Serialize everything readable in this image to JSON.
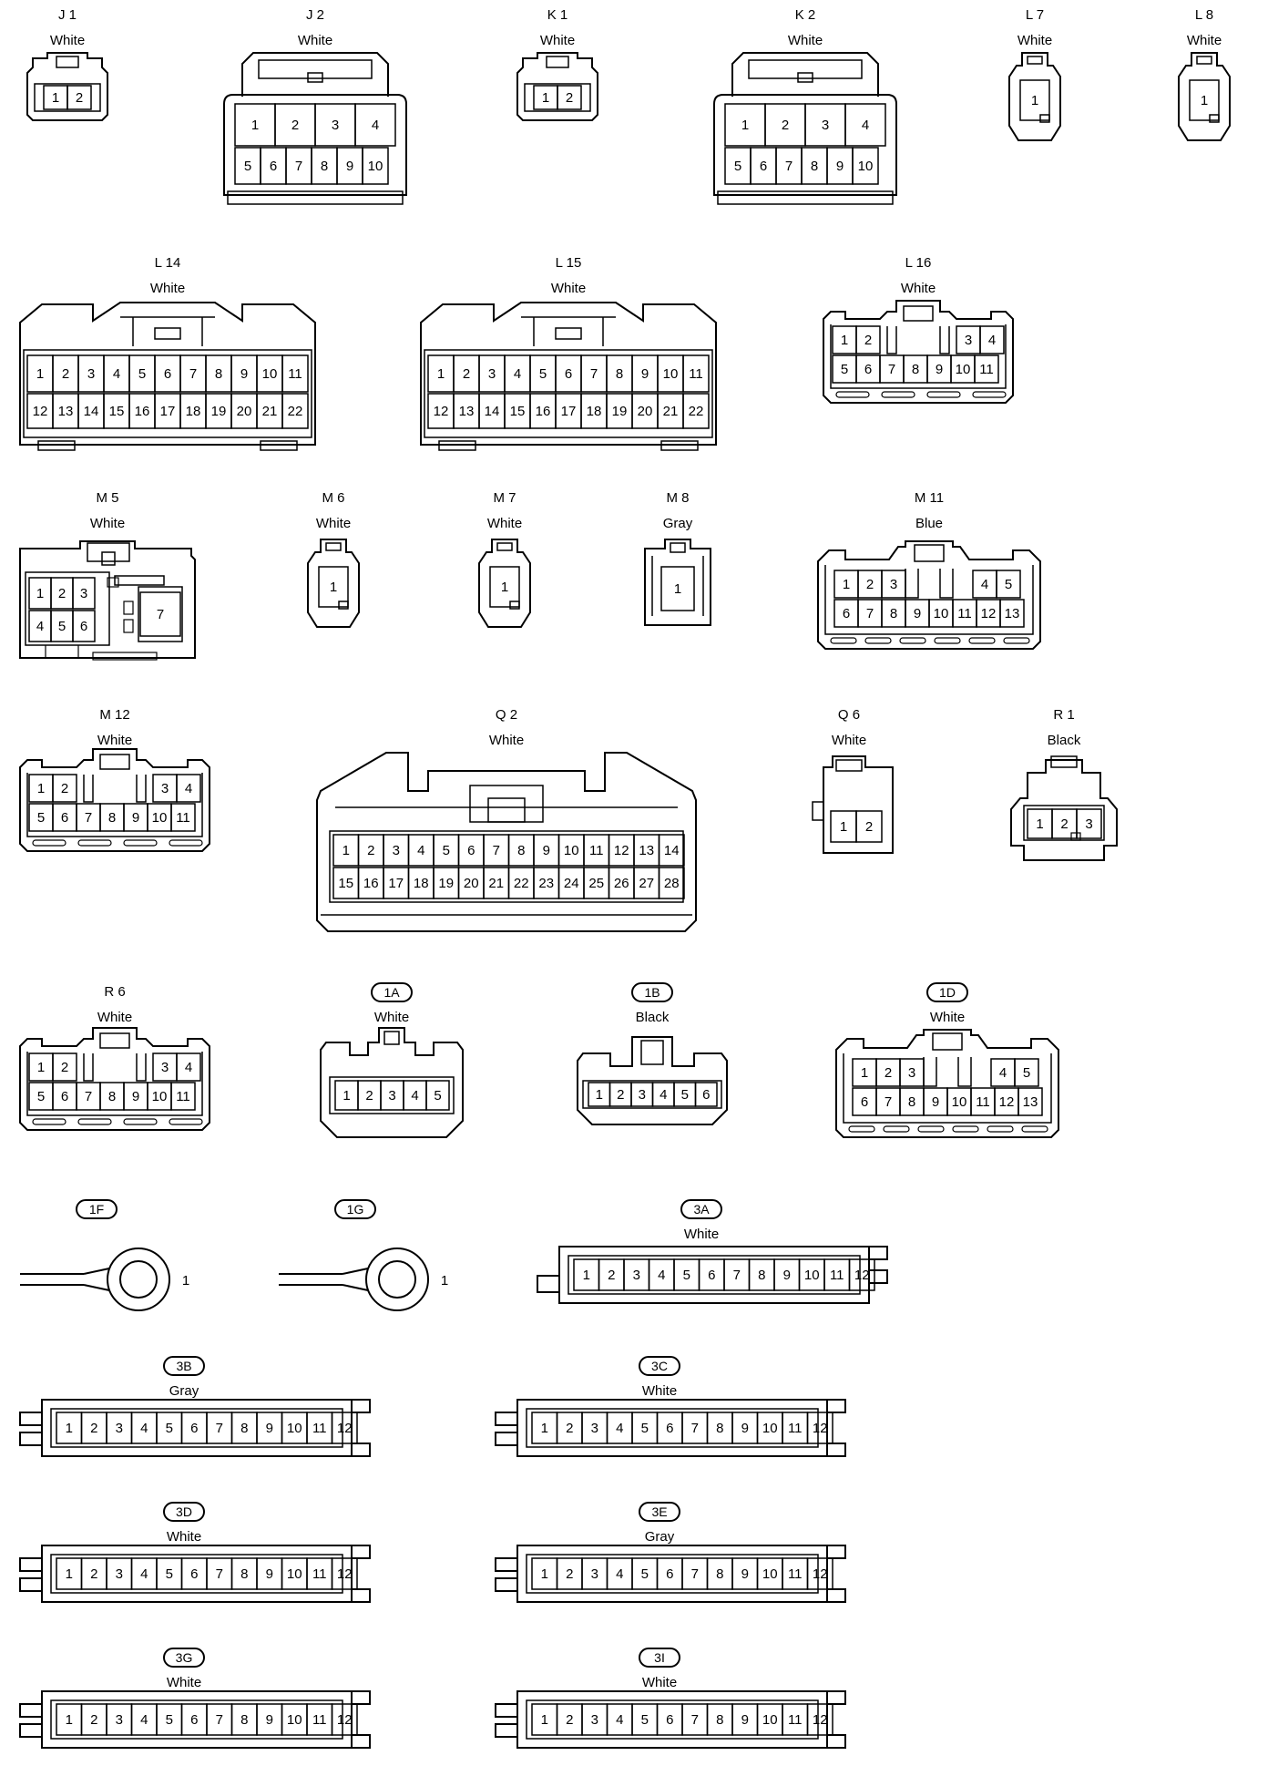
{
  "connectors": [
    {
      "id": "J 1",
      "color": "White",
      "pins": [
        "1",
        "2"
      ]
    },
    {
      "id": "J 2",
      "color": "White",
      "pins": [
        "1",
        "2",
        "3",
        "4",
        "5",
        "6",
        "7",
        "8",
        "9",
        "10"
      ]
    },
    {
      "id": "K 1",
      "color": "White",
      "pins": [
        "1",
        "2"
      ]
    },
    {
      "id": "K 2",
      "color": "White",
      "pins": [
        "1",
        "2",
        "3",
        "4",
        "5",
        "6",
        "7",
        "8",
        "9",
        "10"
      ]
    },
    {
      "id": "L 7",
      "color": "White",
      "pins": [
        "1"
      ]
    },
    {
      "id": "L 8",
      "color": "White",
      "pins": [
        "1"
      ]
    },
    {
      "id": "L 14",
      "color": "White",
      "pins": [
        "1",
        "2",
        "3",
        "4",
        "5",
        "6",
        "7",
        "8",
        "9",
        "10",
        "11",
        "12",
        "13",
        "14",
        "15",
        "16",
        "17",
        "18",
        "19",
        "20",
        "21",
        "22"
      ]
    },
    {
      "id": "L 15",
      "color": "White",
      "pins": [
        "1",
        "2",
        "3",
        "4",
        "5",
        "6",
        "7",
        "8",
        "9",
        "10",
        "11",
        "12",
        "13",
        "14",
        "15",
        "16",
        "17",
        "18",
        "19",
        "20",
        "21",
        "22"
      ]
    },
    {
      "id": "L 16",
      "color": "White",
      "pins": [
        "1",
        "2",
        "3",
        "4",
        "5",
        "6",
        "7",
        "8",
        "9",
        "10",
        "11"
      ]
    },
    {
      "id": "M 5",
      "color": "White",
      "pins": [
        "1",
        "2",
        "3",
        "4",
        "5",
        "6",
        "7"
      ]
    },
    {
      "id": "M 6",
      "color": "White",
      "pins": [
        "1"
      ]
    },
    {
      "id": "M 7",
      "color": "White",
      "pins": [
        "1"
      ]
    },
    {
      "id": "M 8",
      "color": "Gray",
      "pins": [
        "1"
      ]
    },
    {
      "id": "M 11",
      "color": "Blue",
      "pins": [
        "1",
        "2",
        "3",
        "4",
        "5",
        "6",
        "7",
        "8",
        "9",
        "10",
        "11",
        "12",
        "13"
      ]
    },
    {
      "id": "M 12",
      "color": "White",
      "pins": [
        "1",
        "2",
        "3",
        "4",
        "5",
        "6",
        "7",
        "8",
        "9",
        "10",
        "11"
      ]
    },
    {
      "id": "Q 2",
      "color": "White",
      "pins": [
        "1",
        "2",
        "3",
        "4",
        "5",
        "6",
        "7",
        "8",
        "9",
        "10",
        "11",
        "12",
        "13",
        "14",
        "15",
        "16",
        "17",
        "18",
        "19",
        "20",
        "21",
        "22",
        "23",
        "24",
        "25",
        "26",
        "27",
        "28"
      ]
    },
    {
      "id": "Q 6",
      "color": "White",
      "pins": [
        "1",
        "2"
      ]
    },
    {
      "id": "R 1",
      "color": "Black",
      "pins": [
        "1",
        "2",
        "3"
      ]
    },
    {
      "id": "R 6",
      "color": "White",
      "pins": [
        "1",
        "2",
        "3",
        "4",
        "5",
        "6",
        "7",
        "8",
        "9",
        "10",
        "11"
      ]
    },
    {
      "id": "1A",
      "color": "White",
      "pins": [
        "1",
        "2",
        "3",
        "4",
        "5"
      ]
    },
    {
      "id": "1B",
      "color": "Black",
      "pins": [
        "1",
        "2",
        "3",
        "4",
        "5",
        "6"
      ]
    },
    {
      "id": "1D",
      "color": "White",
      "pins": [
        "1",
        "2",
        "3",
        "4",
        "5",
        "6",
        "7",
        "8",
        "9",
        "10",
        "11",
        "12",
        "13"
      ]
    },
    {
      "id": "1F",
      "color": "",
      "pins": [
        "1"
      ]
    },
    {
      "id": "1G",
      "color": "",
      "pins": [
        "1"
      ]
    },
    {
      "id": "3A",
      "color": "White",
      "pins": [
        "1",
        "2",
        "3",
        "4",
        "5",
        "6",
        "7",
        "8",
        "9",
        "10",
        "11",
        "12"
      ]
    },
    {
      "id": "3B",
      "color": "Gray",
      "pins": [
        "1",
        "2",
        "3",
        "4",
        "5",
        "6",
        "7",
        "8",
        "9",
        "10",
        "11",
        "12"
      ]
    },
    {
      "id": "3C",
      "color": "White",
      "pins": [
        "1",
        "2",
        "3",
        "4",
        "5",
        "6",
        "7",
        "8",
        "9",
        "10",
        "11",
        "12"
      ]
    },
    {
      "id": "3D",
      "color": "White",
      "pins": [
        "1",
        "2",
        "3",
        "4",
        "5",
        "6",
        "7",
        "8",
        "9",
        "10",
        "11",
        "12"
      ]
    },
    {
      "id": "3E",
      "color": "Gray",
      "pins": [
        "1",
        "2",
        "3",
        "4",
        "5",
        "6",
        "7",
        "8",
        "9",
        "10",
        "11",
        "12"
      ]
    },
    {
      "id": "3G",
      "color": "White",
      "pins": [
        "1",
        "2",
        "3",
        "4",
        "5",
        "6",
        "7",
        "8",
        "9",
        "10",
        "11",
        "12"
      ]
    },
    {
      "id": "3I",
      "color": "White",
      "pins": [
        "1",
        "2",
        "3",
        "4",
        "5",
        "6",
        "7",
        "8",
        "9",
        "10",
        "11",
        "12"
      ]
    }
  ]
}
